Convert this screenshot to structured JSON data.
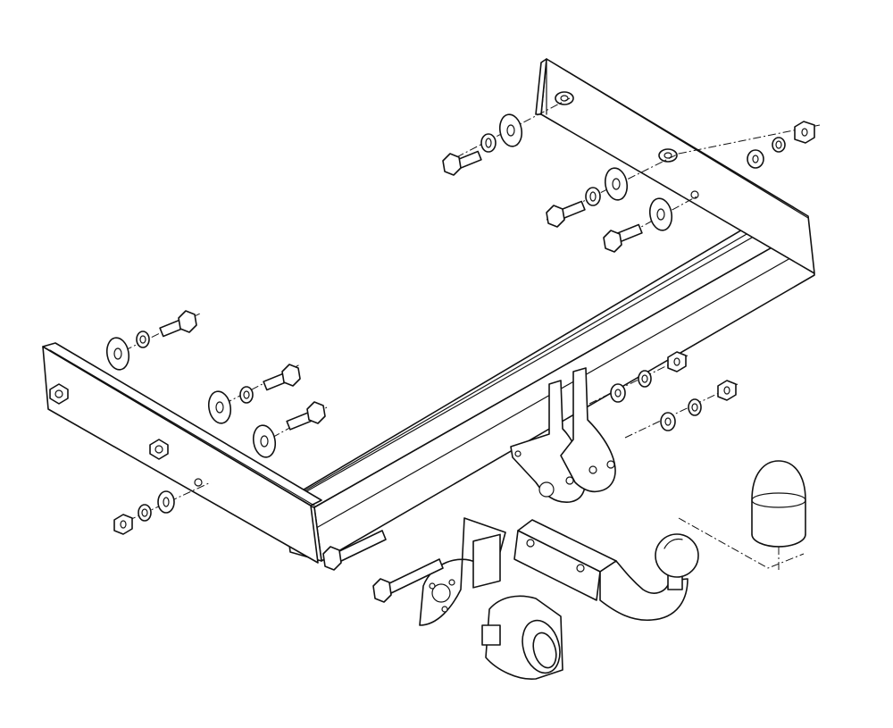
{
  "drawing": {
    "parts": [
      "crossbar-tube",
      "right-mounting-plate",
      "left-mounting-plate",
      "bracket-plate",
      "tow-ball-arm",
      "tow-ball-cover",
      "socket-plate",
      "electrical-socket",
      "long-bolt-top",
      "long-bolt-bottom"
    ],
    "line_color": "#111111",
    "background": "#ffffff"
  }
}
